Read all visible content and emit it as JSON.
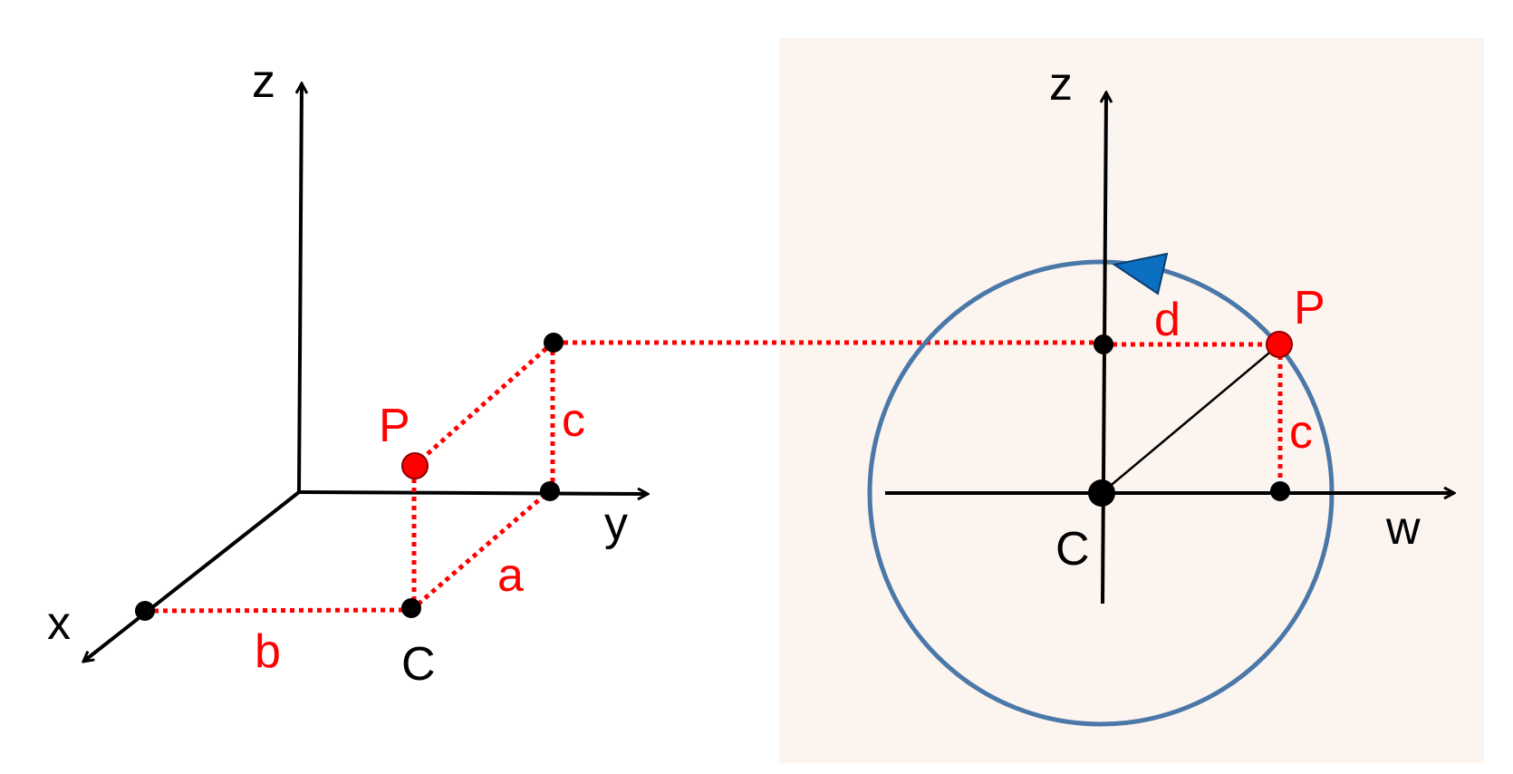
{
  "colors": {
    "axis": "#000000",
    "dotted_line": "#ff0000",
    "point_P": "#ff0000",
    "point": "#000000",
    "circle": "#4a78a8",
    "arrow": "#0b6fc2",
    "panel_background": "#fcf4ef"
  },
  "left_diagram": {
    "axis_labels": {
      "z": "z",
      "y": "y",
      "x": "x"
    },
    "segment_labels": {
      "a": "a",
      "b": "b",
      "c": "c"
    },
    "point_labels": {
      "P": "P",
      "C": "C"
    }
  },
  "right_diagram": {
    "axis_labels": {
      "z": "z",
      "w": "w"
    },
    "segment_labels": {
      "c": "c",
      "d": "d"
    },
    "point_labels": {
      "P": "P",
      "C": "C"
    },
    "rotation_indicator": "counterclockwise-arrow"
  }
}
